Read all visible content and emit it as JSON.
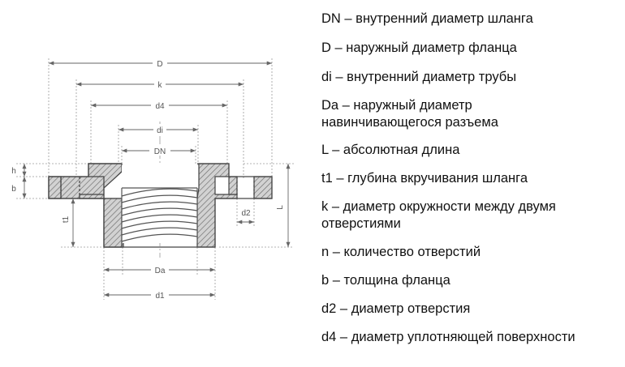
{
  "drawing": {
    "labels": {
      "D": "D",
      "k": "k",
      "d4": "d4",
      "di": "di",
      "DN": "DN",
      "h": "h",
      "b": "b",
      "t1": "t1",
      "d2": "d2",
      "L": "L",
      "Da": "Da",
      "d1": "d1"
    }
  },
  "legend": [
    {
      "line1": "DN – внутренний диаметр шланга"
    },
    {
      "line1": "D – наружный диаметр фланца"
    },
    {
      "line1": "di – внутренний диаметр трубы"
    },
    {
      "line1": "Da – наружный диаметр",
      "line2": "навинчивающегося разъема"
    },
    {
      "line1": "L – абсолютная длина"
    },
    {
      "line1": "t1 – глубина вкручивания шланга"
    },
    {
      "line1": "k – диаметр окружности между двумя",
      "line2": "отверстиями"
    },
    {
      "line1": "n – количество отверстий"
    },
    {
      "line1": "b – толщина фланца"
    },
    {
      "line1": "d2 – диаметр отверстия"
    },
    {
      "line1": "d4 – диаметр уплотняющей поверхности"
    }
  ]
}
